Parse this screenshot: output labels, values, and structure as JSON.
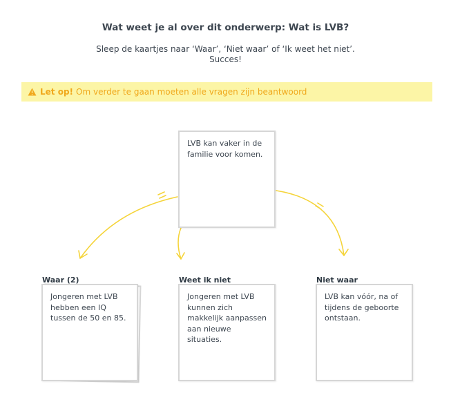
{
  "header": {
    "title": "Wat weet je al over dit onderwerp: Wat is LVB?",
    "instruction_line1": "Sleep de kaartjes naar ‘Waar’, ‘Niet waar’ of ‘Ik weet het niet’.",
    "instruction_line2": "Succes!"
  },
  "alert": {
    "icon": "warning-triangle-icon",
    "strong": "Let op!",
    "message": "Om verder te gaan moeten alle vragen zijn beantwoord",
    "color": "#f0a81c",
    "background": "#fcf5a6"
  },
  "current_card": {
    "text": "LVB kan vaker in de familie voor komen."
  },
  "columns": [
    {
      "label": "Waar (2)",
      "card_text": "Jongeren met LVB hebben een IQ tussen de 50 en 85."
    },
    {
      "label": "Weet ik niet",
      "card_text": "Jongeren met LVB kunnen zich makkelijk aanpassen aan nieuwe situaties."
    },
    {
      "label": "Niet waar",
      "card_text": "LVB kan vóór, na of tijdens de geboorte ontstaan."
    }
  ],
  "colors": {
    "arrow": "#f5d43a",
    "card_border": "#d6d6d6",
    "text": "#3d4650"
  }
}
